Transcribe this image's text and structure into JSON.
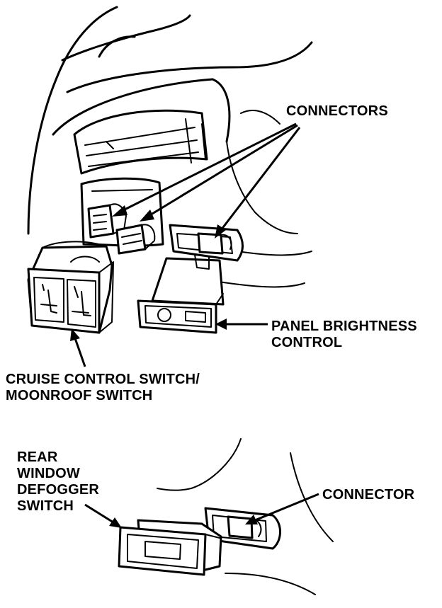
{
  "labels": {
    "connectors_top": "CONNECTORS",
    "panel_brightness_line1": "PANEL BRIGHTNESS",
    "panel_brightness_line2": "CONTROL",
    "cruise_line1": "CRUISE CONTROL SWITCH/",
    "cruise_line2": "MOONROOF SWITCH",
    "rear_line1": "REAR",
    "rear_line2": "WINDOW",
    "rear_line3": "DEFOGGER",
    "rear_line4": "SWITCH",
    "connector_bottom": "CONNECTOR"
  }
}
